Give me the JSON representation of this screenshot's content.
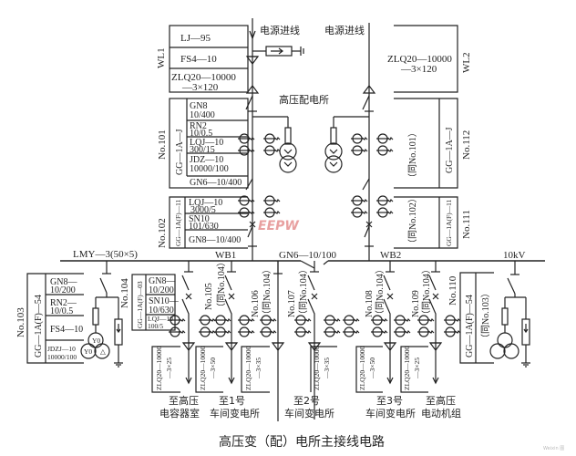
{
  "caption": "高压变（配）电所主接线电路",
  "watermark": "EEPW",
  "corner_mark": "Weixin 图",
  "incoming": {
    "left_label": "电源进线",
    "right_label": "电源进线",
    "station_label": "高压配电所"
  },
  "wl1": {
    "label": "WL1",
    "rows": [
      "LJ—95",
      "FS4—10",
      "ZLQ20—10000",
      "—3×120"
    ]
  },
  "wl2": {
    "label": "WL2",
    "rows": [
      "ZLQ20—10000",
      "—3×120"
    ]
  },
  "cabinet_101": {
    "no": "No.101",
    "type": "GG—1A—J",
    "rows": [
      "GN8",
      "10/400",
      "RN2",
      "10/0.5",
      "LQJ—10",
      "300/15",
      "JDZ—10",
      "10000/100",
      "GN6—10/400"
    ]
  },
  "cabinet_102": {
    "no": "No.102",
    "type": "GG—1A(F)—11",
    "rows": [
      "LQJ—10",
      "3000/5",
      "SN10",
      "101/630",
      "GN8—10/400"
    ]
  },
  "cabinet_112": {
    "no": "No.112",
    "type": "GG—1A—J",
    "same_as": "（同No.101）"
  },
  "cabinet_111": {
    "no": "No.111",
    "type": "GG—1A(F)—11",
    "same_as": "（同No.102）"
  },
  "buses": {
    "main": "LMY—3(50×5)",
    "wb1": "WB1",
    "wb2": "WB2",
    "tie": "GN6—10/100",
    "voltage": "10kV"
  },
  "cabinet_103": {
    "no": "No.103",
    "type": "GG—1A(F)—54",
    "rows": [
      "GN8—",
      "10/200",
      "RN2—",
      "10/0.5",
      "FS4—10",
      "JDZJ—10",
      "10000/100"
    ],
    "pt_labels": [
      "Y0",
      "Y0",
      "△"
    ]
  },
  "cabinet_104": {
    "no": "No.104",
    "type": "GG—1A(F)—03",
    "rows": [
      "GN8—",
      "10/200",
      "SN10—",
      "10/630",
      "LQJ—10",
      "100/5"
    ]
  },
  "feeders": [
    {
      "no": "No.105",
      "same_as": "（同No.104）"
    },
    {
      "no": "No.106",
      "same_as": "（同No.104）"
    },
    {
      "no": "No.107",
      "same_as": "（同No.104）"
    },
    {
      "no": "No.108",
      "same_as": "（同No.104）"
    },
    {
      "no": "No.109",
      "same_as": "（同No.104）"
    }
  ],
  "cabinet_110": {
    "no": "No.110",
    "type": "GG—1A(F)—54",
    "same_as": "（同No.103）"
  },
  "cables": [
    {
      "spec1": "ZLQ20—10000",
      "spec2": "—3×25"
    },
    {
      "spec1": "ZLQ20—10000",
      "spec2": "—3×50"
    },
    {
      "spec1": "ZLQ20—10000",
      "spec2": "—3×35"
    },
    {
      "spec1": "ZLQ20—10000",
      "spec2": "—3×35"
    },
    {
      "spec1": "ZLQ20—10000",
      "spec2": "—3×50"
    },
    {
      "spec1": "ZLQ20—10000",
      "spec2": "—3×25"
    }
  ],
  "destinations": [
    {
      "line1": "至高压",
      "line2": "电容器室"
    },
    {
      "line1": "至1号",
      "line2": "车间变电所"
    },
    {
      "line1": "至2号",
      "line2": "车间变电所"
    },
    {
      "line1": "至3号",
      "line2": "车间变电所"
    },
    {
      "line1": "至高压",
      "line2": "电动机组"
    }
  ]
}
